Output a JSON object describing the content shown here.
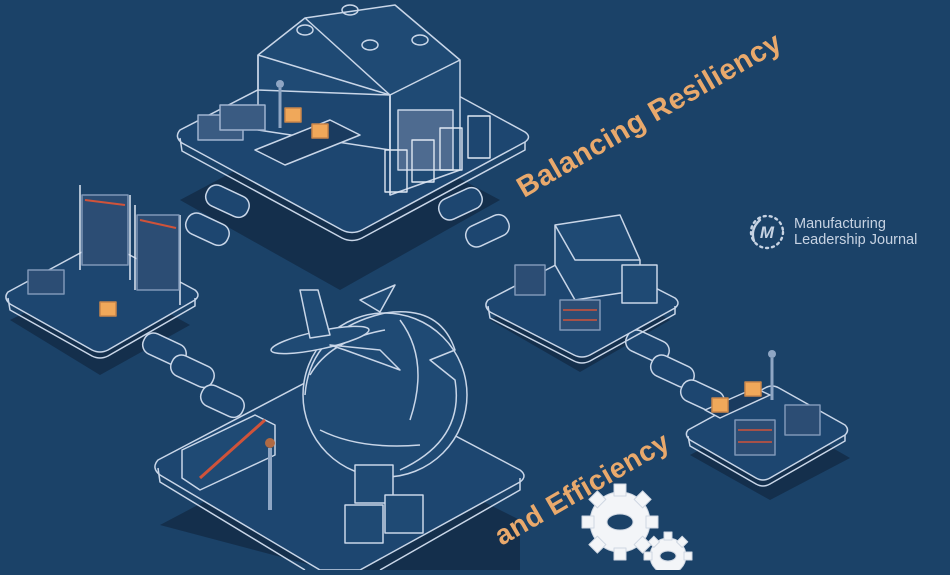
{
  "headline": {
    "line1": "Balancing Resiliency",
    "line2": "and Efficiency"
  },
  "brand": {
    "name_line1": "Manufacturing",
    "name_line2": "Leadership Journal",
    "logo_letter": "M"
  },
  "colors": {
    "background": "#1b4268",
    "accent_text": "#e9a96c",
    "line_art": "#c9d6e8",
    "shadow": "#142f4c",
    "box_orange": "#f0a85a",
    "rack_red": "#d0533a"
  },
  "illustration": {
    "platforms": [
      "warehouse",
      "storage-racks",
      "truck-loading",
      "global-logistics",
      "packing-station"
    ],
    "decor": [
      "airplane",
      "globe",
      "gears",
      "stepping-stones"
    ]
  }
}
